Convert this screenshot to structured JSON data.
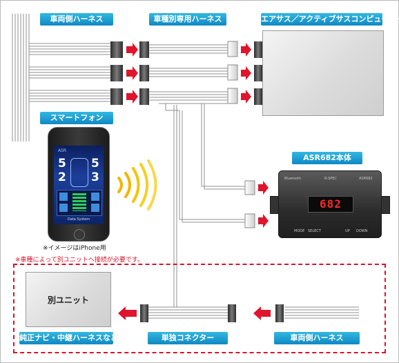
{
  "labels": {
    "vehicle_harness_top": "車両側ハーネス",
    "vehicle_specific_harness": "車種別専用ハーネス",
    "air_suspension_computer": "エアサス／アクティブサスコンピューター",
    "smartphone": "スマートフォン",
    "asr_unit": "ASR682本体",
    "separate_unit": "別ユニット",
    "aftermarket_navi": "純正ナビ・中継ハーネスなど",
    "single_connector": "単独コネクター",
    "vehicle_harness_bottom": "車両側ハーネス"
  },
  "notes": {
    "iphone_image": "※イメージはiPhone用",
    "separate_unit_required": "※車種によって別ユニットへ接続が必要です。"
  },
  "phone_screen": {
    "logo": "ASR",
    "fl": "5",
    "fr": "5",
    "rl": "2",
    "rr": "3",
    "footer": "Data System"
  },
  "asr_device": {
    "display": "682",
    "brand": "Bluetooth",
    "logo": "R-SPEC",
    "model": "ASR682",
    "btn_mode": "MODE",
    "btn_select": "SELECT",
    "btn_up": "UP",
    "btn_down": "DOWN"
  },
  "colors": {
    "label_blue": "#1aa0d8",
    "arrow_red": "#e0142c",
    "dash_red": "#d4142c",
    "note_red": "#d4142c",
    "display_red": "#ff2a2a"
  }
}
